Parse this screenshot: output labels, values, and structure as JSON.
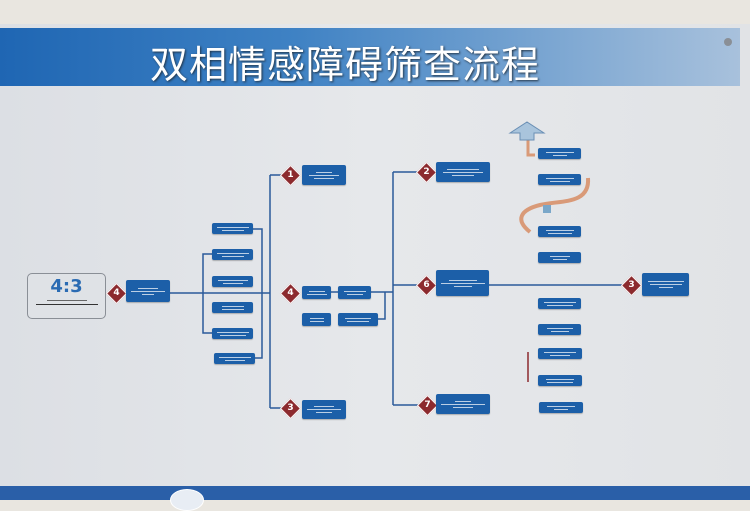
{
  "header": {
    "title": "双相情感障碍筛查流程"
  },
  "ratio_card": {
    "value": "4:3"
  },
  "steps": [
    {
      "id": "start",
      "number": "4"
    },
    {
      "id": "branch-top",
      "number": "1"
    },
    {
      "id": "branch-mid",
      "number": "4"
    },
    {
      "id": "branch-bottom",
      "number": "3"
    },
    {
      "id": "stage-2",
      "number": "2"
    },
    {
      "id": "stage-6",
      "number": "6"
    },
    {
      "id": "stage-7",
      "number": "7"
    },
    {
      "id": "result",
      "number": "3"
    }
  ],
  "colors": {
    "primary": "#1c5fa8",
    "diamond": "#8c2a2e",
    "arrow": "#d99a78"
  }
}
